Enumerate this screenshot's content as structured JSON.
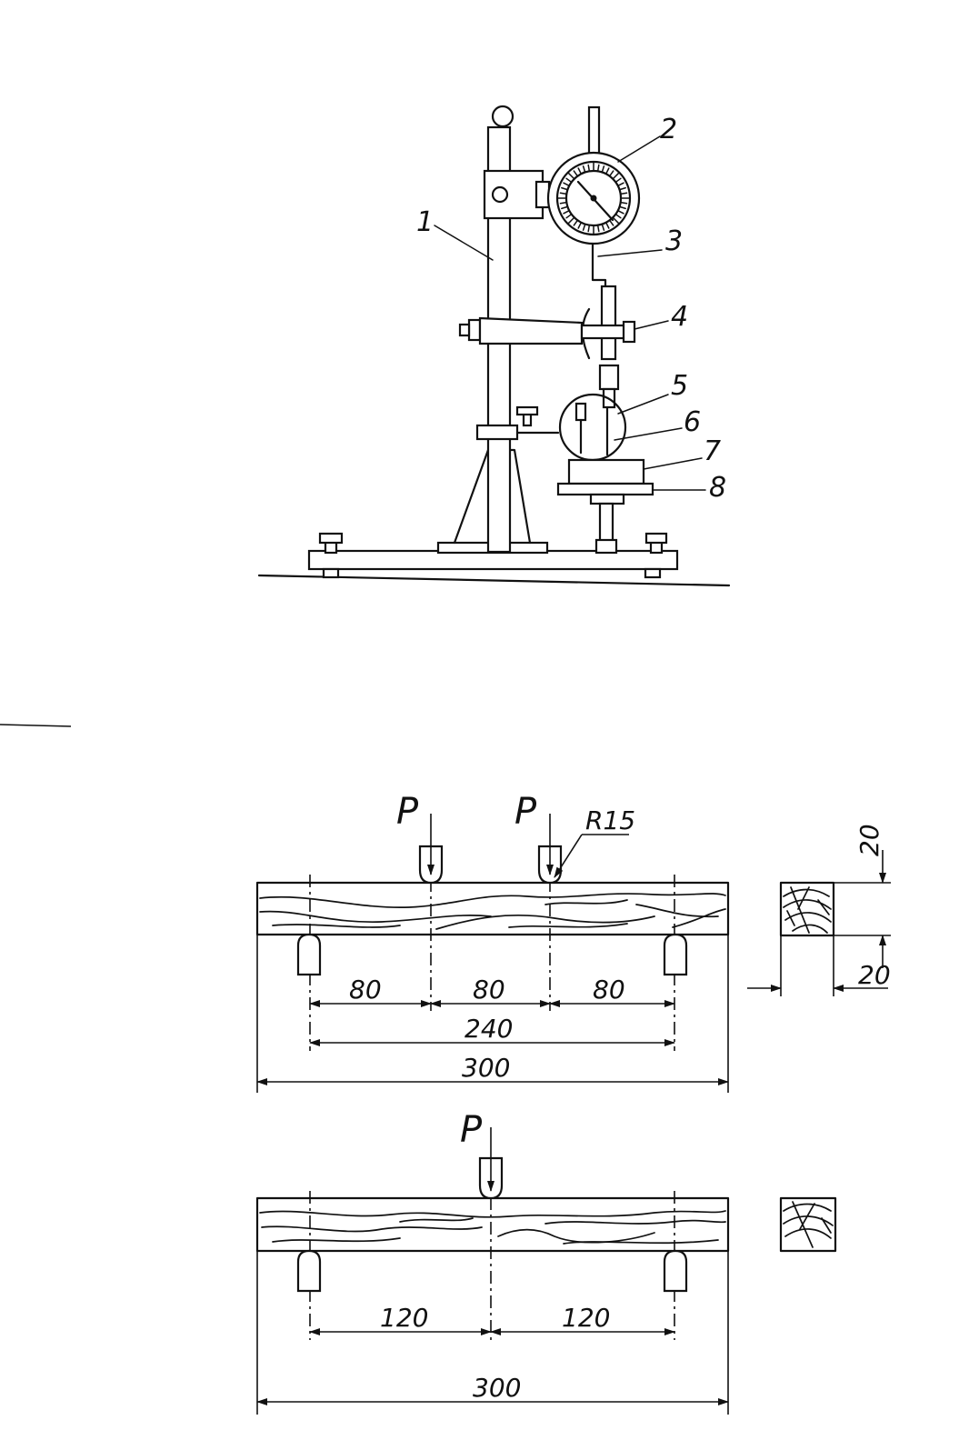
{
  "apparatus": {
    "callouts": [
      "1",
      "2",
      "3",
      "4",
      "5",
      "6",
      "7",
      "8"
    ]
  },
  "scheme_two_point": {
    "load_left": "P",
    "load_right": "P",
    "radius_label": "R15",
    "dims": {
      "span_1": "80",
      "span_2": "80",
      "span_3": "80",
      "span_total": "240",
      "length": "300"
    },
    "section": {
      "height": "20",
      "width": "20"
    }
  },
  "scheme_center": {
    "load": "P",
    "dims": {
      "half_left": "120",
      "half_right": "120",
      "length": "300"
    }
  }
}
